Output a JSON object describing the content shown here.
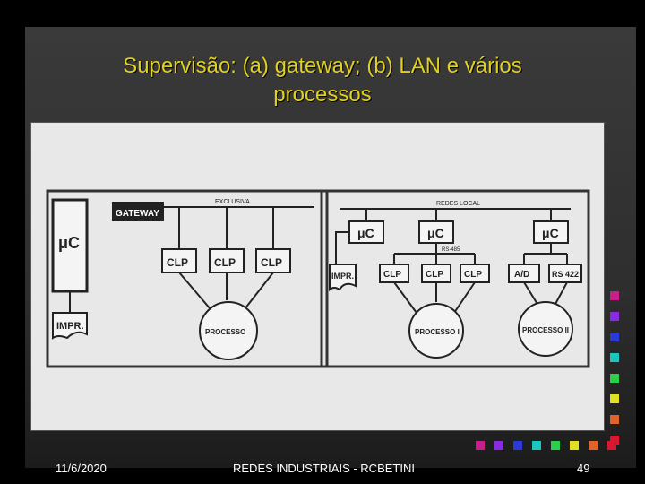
{
  "slide": {
    "title_line1": "Supervisão: (a) gateway; (b) LAN e vários",
    "title_line2": "processos"
  },
  "diagram": {
    "a": {
      "bus_label": "EXCLUSIVA",
      "micro_label": "μC",
      "gateway_label": "GATEWAY",
      "clp_labels": [
        "CLP",
        "CLP",
        "CLP"
      ],
      "impr_label": "IMPR.",
      "process_label": "PROCESSO"
    },
    "b": {
      "bus_label": "REDES LOCAL",
      "micro_labels": [
        "μC",
        "μC",
        "μC"
      ],
      "sub_bus_label": "RS-485",
      "clp_labels": [
        "CLP",
        "CLP",
        "CLP"
      ],
      "impr_label": "IMPR.",
      "ad_label": "A/D",
      "rs_label": "RS 422",
      "process_labels": [
        "PROCESSO I",
        "PROCESSO II"
      ]
    }
  },
  "footer": {
    "date": "11/6/2020",
    "center": "REDES INDUSTRIAIS - RCBETINI",
    "page": "49"
  },
  "decor": {
    "square_colors_vertical": [
      "#c81e8c",
      "#8a2be2",
      "#2a3ad8",
      "#18c8c0",
      "#2ad04a",
      "#e0e020",
      "#e06428",
      "#d81830"
    ],
    "square_colors_horizontal": [
      "#c81e8c",
      "#8a2be2",
      "#2a3ad8",
      "#18c8c0",
      "#2ad04a",
      "#e0e020",
      "#e06428",
      "#d81830"
    ]
  }
}
